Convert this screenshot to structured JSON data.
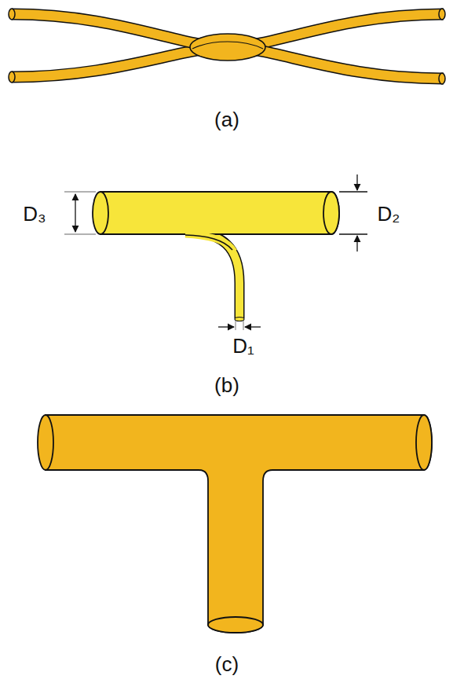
{
  "diagram": {
    "labels": [
      "(a)",
      "D₃",
      "D₂",
      "D₁",
      "(b)",
      "(c)"
    ]
  }
}
